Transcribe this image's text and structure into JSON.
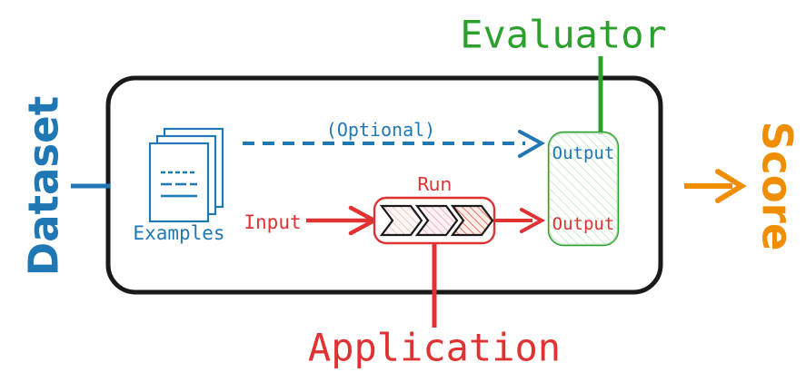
{
  "diagram": {
    "title": "Evaluation pipeline diagram",
    "colors": {
      "dataset_blue": "#1f77b4",
      "application_red": "#e03232",
      "evaluator_green": "#2ca02c",
      "score_orange": "#ef8e00",
      "outline_black": "#1a1a1a",
      "white": "#ffffff",
      "chevron_fill_1": "#f7eeee",
      "chevron_fill_2": "#fbe4e8",
      "chevron_fill_3": "#f7d8d4",
      "evaluator_fill": "#f2fbf2"
    },
    "outer_container": {
      "name": "experiment-container",
      "shape": "rounded-rectangle",
      "stroke": "#1a1a1a"
    },
    "labels": {
      "dataset": "Dataset",
      "evaluator": "Evaluator",
      "application": "Application",
      "score": "Score",
      "examples": "Examples",
      "input": "Input",
      "run": "Run",
      "optional": "(Optional)",
      "output_reference": "Output",
      "output_prediction": "Output"
    },
    "connectors": [
      {
        "name": "dataset-connector",
        "color": "#1f77b4",
        "style": "solid",
        "orientation": "horizontal"
      },
      {
        "name": "evaluator-connector",
        "color": "#2ca02c",
        "style": "solid",
        "orientation": "vertical"
      },
      {
        "name": "application-connector",
        "color": "#e03232",
        "style": "solid",
        "orientation": "vertical"
      },
      {
        "name": "optional-arrow",
        "color": "#1f77b4",
        "style": "dashed",
        "orientation": "horizontal"
      },
      {
        "name": "input-arrow",
        "color": "#e03232",
        "style": "solid",
        "orientation": "horizontal"
      },
      {
        "name": "run-output-arrow",
        "color": "#e03232",
        "style": "solid",
        "orientation": "horizontal"
      },
      {
        "name": "score-arrow",
        "color": "#ef8e00",
        "style": "solid",
        "orientation": "horizontal"
      }
    ],
    "chevrons": [
      {
        "name": "run-step-1",
        "fill": "#f7eeee",
        "hatch": "#ddbcbc"
      },
      {
        "name": "run-step-2",
        "fill": "#fbe8ec",
        "hatch": "#f0a8c0"
      },
      {
        "name": "run-step-3",
        "fill": "#fbdcd6",
        "hatch": "#e8705e"
      }
    ],
    "examples_icon": {
      "name": "stacked-documents-icon",
      "page_count": 3,
      "text_lines": 3
    }
  }
}
